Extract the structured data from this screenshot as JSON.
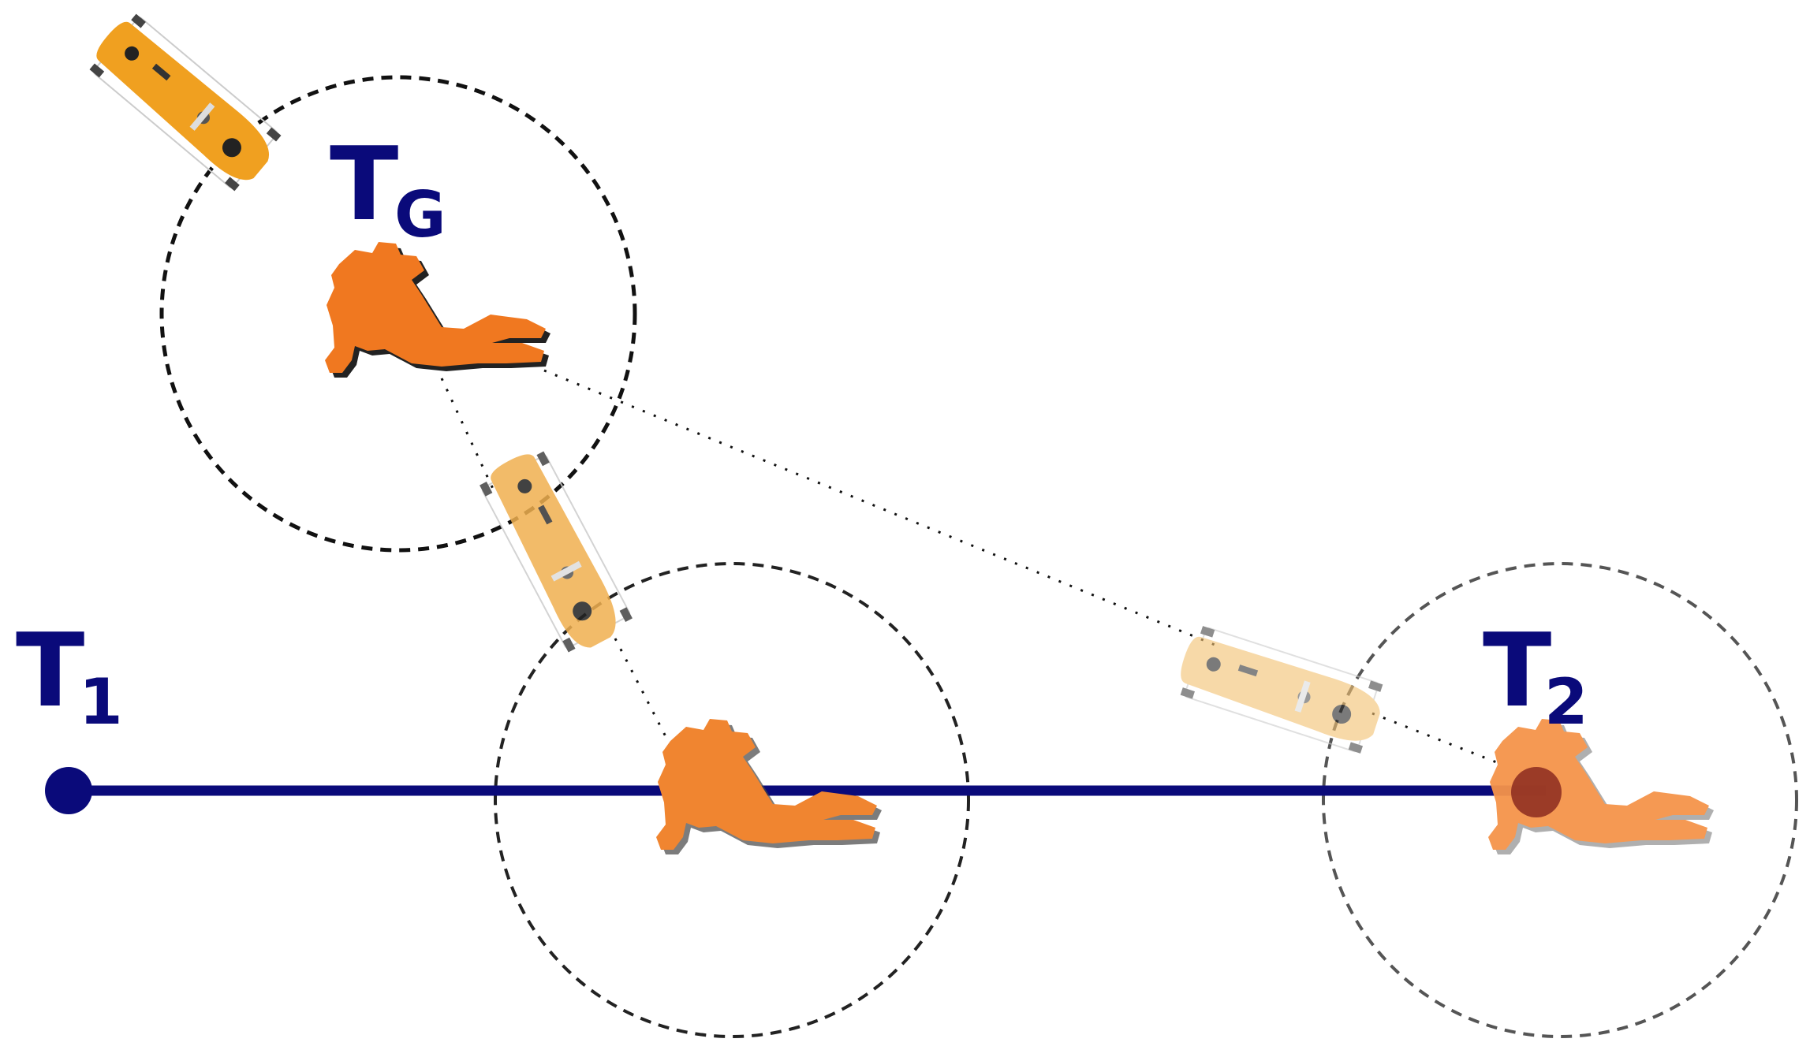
{
  "labels": {
    "goal": {
      "main": "T",
      "sub": "G"
    },
    "start": {
      "main": "T",
      "sub": "1"
    },
    "end": {
      "main": "T",
      "sub": "2"
    }
  },
  "colors": {
    "path": "#0a0a7a",
    "label": "#0a0a7a",
    "diver": "#f07820",
    "robot": "#f0a020",
    "target_dot": "#8b2a20",
    "circle_dash": "#111111"
  },
  "icons": {
    "diver": "scuba-diver-icon",
    "robot": "underwater-robot-icon"
  }
}
